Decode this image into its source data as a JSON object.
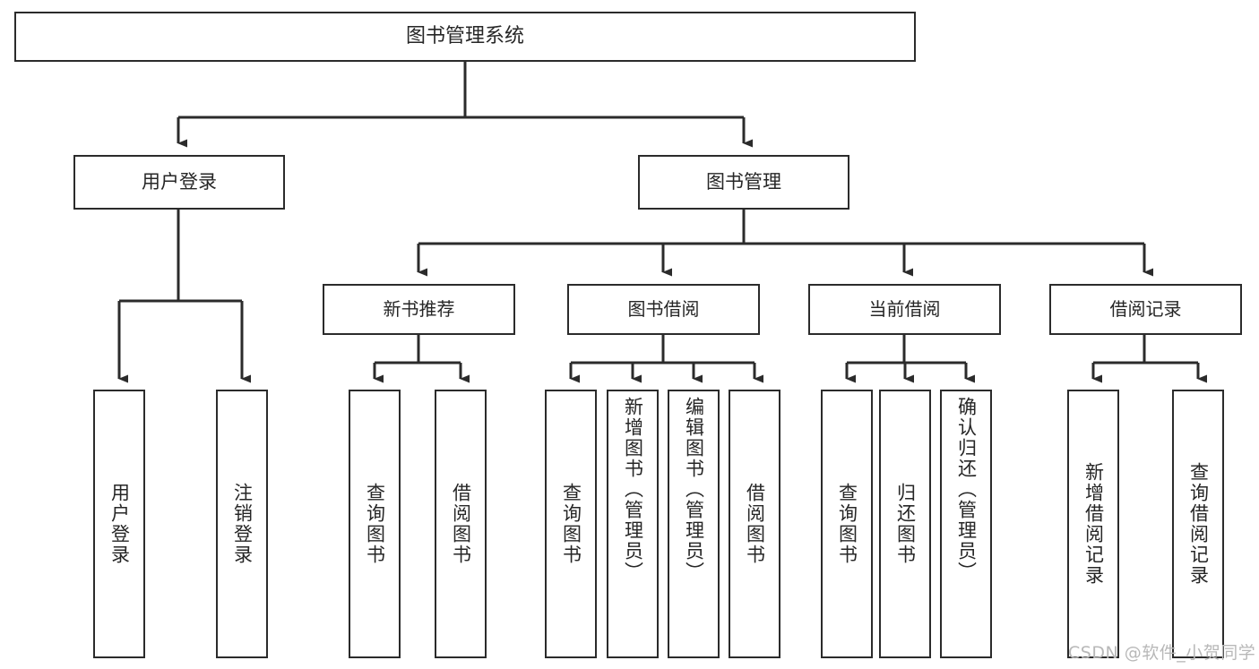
{
  "diagram": {
    "title": "图书管理系统",
    "type": "hierarchy-tree",
    "root": {
      "label": "图书管理系统"
    },
    "level2": [
      {
        "label": "用户登录"
      },
      {
        "label": "图书管理"
      }
    ],
    "level3": [
      {
        "label": "新书推荐"
      },
      {
        "label": "图书借阅"
      },
      {
        "label": "当前借阅"
      },
      {
        "label": "借阅记录"
      }
    ],
    "leaves": {
      "user_login": [
        {
          "label": "用户登录"
        },
        {
          "label": "注销登录"
        }
      ],
      "new_book_recommend": [
        {
          "label": "查询图书"
        },
        {
          "label": "借阅图书"
        }
      ],
      "book_borrow": [
        {
          "label": "查询图书"
        },
        {
          "label": "新增图书（管理员）"
        },
        {
          "label": "编辑图书（管理员）"
        },
        {
          "label": "借阅图书"
        }
      ],
      "current_borrow": [
        {
          "label": "查询图书"
        },
        {
          "label": "归还图书"
        },
        {
          "label": "确认归还（管理员）"
        }
      ],
      "borrow_record": [
        {
          "label": "新增借阅记录"
        },
        {
          "label": "查询借阅记录"
        }
      ]
    }
  },
  "watermark": {
    "text": "CSDN @软件_小贺同学"
  },
  "colors": {
    "border": "#2b2b2b",
    "text": "#262626",
    "background": "#ffffff",
    "watermark": "#b8b8b8"
  }
}
